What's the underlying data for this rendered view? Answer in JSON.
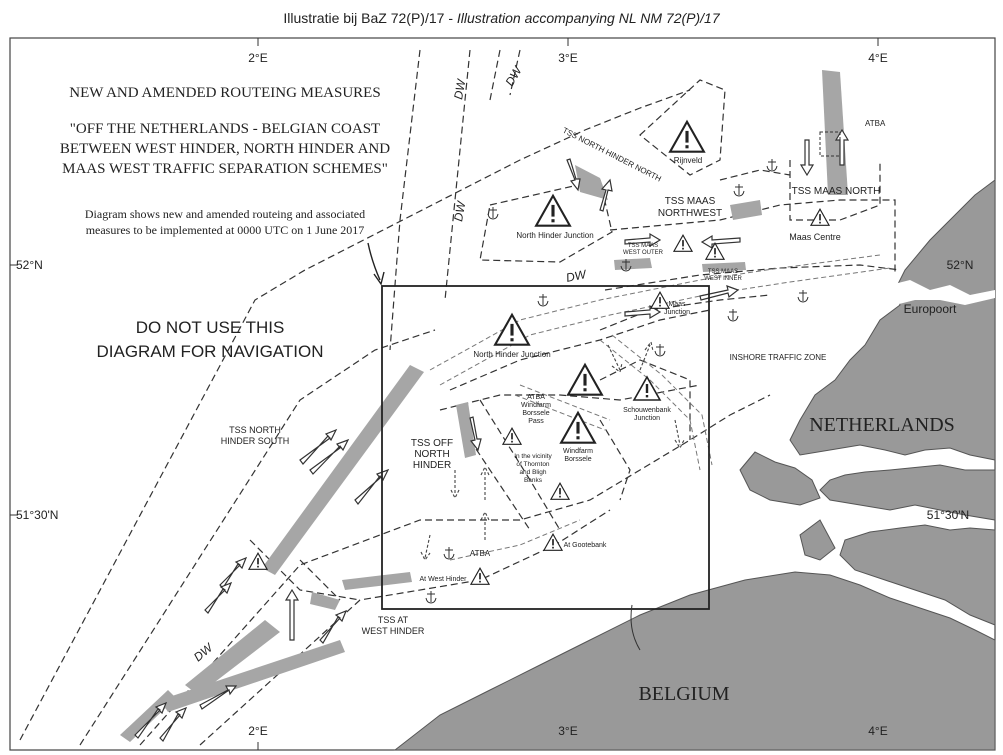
{
  "header": {
    "left": "Illustratie bij BaZ 72(P)/17 - ",
    "right": "Illustration accompanying NL NM 72(P)/17"
  },
  "title": {
    "line1": "NEW AND AMENDED ROUTEING MEASURES",
    "line2": "\"OFF THE NETHERLANDS - BELGIAN COAST",
    "line3": "BETWEEN WEST HINDER, NORTH HINDER AND",
    "line4": "MAAS WEST TRAFFIC SEPARATION SCHEMES\""
  },
  "note": {
    "line1": "Diagram shows new and amended routeing and associated",
    "line2": "measures to be implemented at 0000 UTC on 1 June 2017"
  },
  "warning": {
    "line1": "DO NOT USE THIS",
    "line2": "DIAGRAM FOR NAVIGATION"
  },
  "grid": {
    "lon_top": [
      "2°E",
      "3°E",
      "4°E"
    ],
    "lon_bottom": [
      "2°E",
      "3°E",
      "4°E"
    ],
    "lat_left": [
      "52°N",
      "51°30'N"
    ],
    "lat_right": [
      "52°N",
      "51°30'N"
    ]
  },
  "countries": {
    "netherlands": "NETHERLANDS",
    "belgium": "BELGIUM"
  },
  "places": {
    "europoort": "Europoort"
  },
  "labels": {
    "dw": "DW",
    "tss_north_hinder_north": "TSS NORTH HINDER NORTH",
    "tss_maas_northwest_1": "TSS MAAS",
    "tss_maas_northwest_2": "NORTHWEST",
    "tss_maas_north": "TSS MAAS NORTH",
    "atba": "ATBA",
    "rijnveld": "Rijnveld",
    "north_hinder_junction": "North Hinder Junction",
    "maas_centre": "Maas Centre",
    "tss_maas_west_outer_1": "TSS MAAS",
    "tss_maas_west_outer_2": "WEST OUTER",
    "tss_maas_west_inner_1": "TSS MAAS",
    "tss_maas_west_inner_2": "WEST INNER",
    "maas_junction_1": "Maas",
    "maas_junction_2": "Junction",
    "inshore_traffic_zone": "INSHORE TRAFFIC ZONE",
    "tss_north_hinder_south_1": "TSS NORTH",
    "tss_north_hinder_south_2": "HINDER SOUTH",
    "atba_windfarm_1": "ATBA",
    "atba_windfarm_2": "Windfarm",
    "atba_windfarm_3": "Borssele",
    "atba_windfarm_4": "Pass",
    "schouwenbank_1": "Schouwenbank",
    "schouwenbank_2": "Junction",
    "tss_off_north_hinder_1": "TSS OFF",
    "tss_off_north_hinder_2": "NORTH",
    "tss_off_north_hinder_3": "HINDER",
    "thornton_1": "In the vicinity",
    "thornton_2": "of Thornton",
    "thornton_3": "and Bligh",
    "thornton_4": "Banks",
    "windfarm_borssele_1": "Windfarm",
    "windfarm_borssele_2": "Borssele",
    "at_goote_bank": "At Gootebank",
    "at_west_hinder": "At West Hinder",
    "tss_at_west_hinder_1": "TSS AT",
    "tss_at_west_hinder_2": "WEST HINDER"
  }
}
